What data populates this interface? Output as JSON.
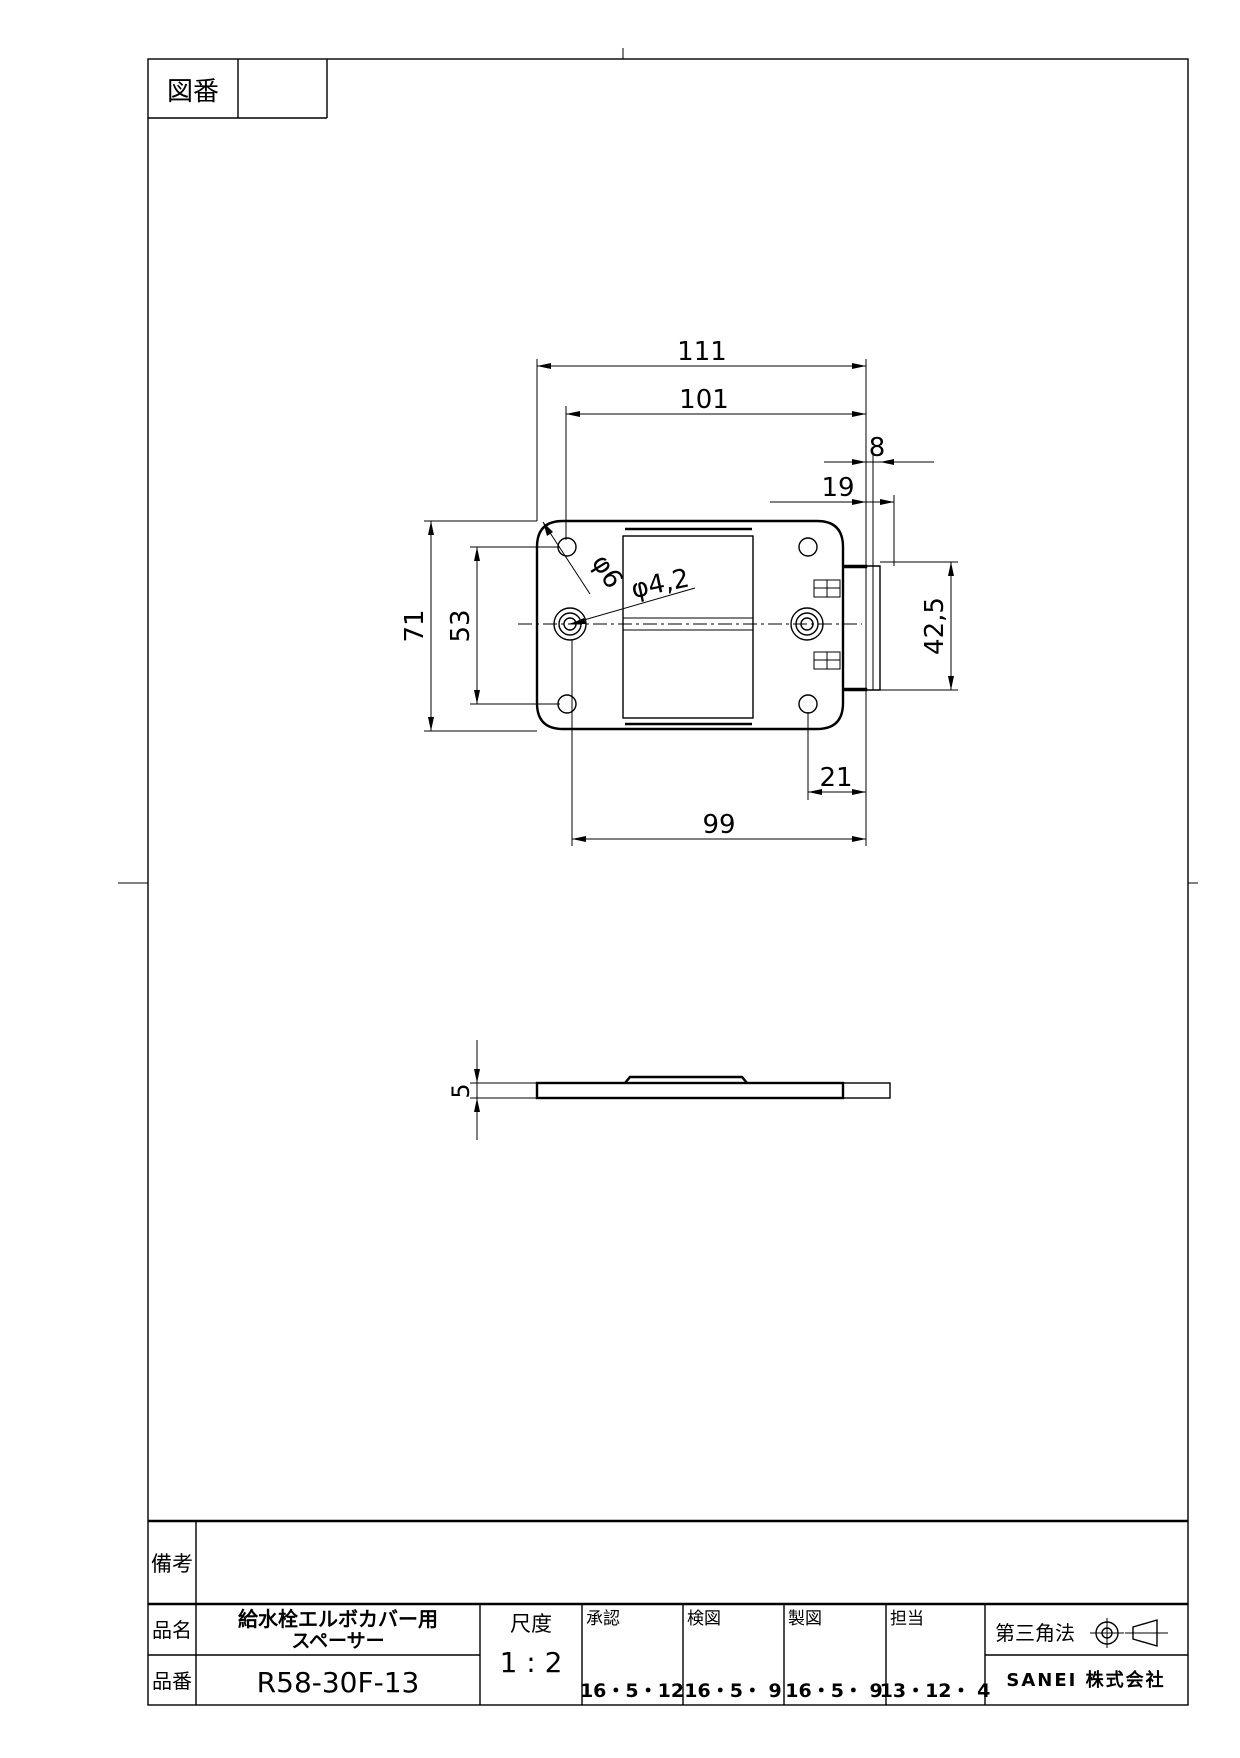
{
  "header": {
    "zuban_label": "図番",
    "zuban_value": ""
  },
  "dimensions": {
    "d111": "111",
    "d101": "101",
    "d8": "8",
    "d19": "19",
    "d71": "71",
    "d53": "53",
    "d42_5": "42,5",
    "d21": "21",
    "d99": "99",
    "phi6": "φ6",
    "phi4_2": "φ4,2",
    "d5": "5"
  },
  "title_block": {
    "remarks_label": "備考",
    "name_label": "品名",
    "name_line1": "給水栓エルボカバー用",
    "name_line2": "スペーサー",
    "number_label": "品番",
    "part_number": "R58-30F-13",
    "scale_label": "尺度",
    "scale_value": "1 : 2",
    "approval_label": "承認",
    "approval_date": "16・5・12",
    "check_label": "検図",
    "check_date": "16・5・ 9",
    "draft_label": "製図",
    "draft_date": "16・5・ 9",
    "charge_label": "担当",
    "charge_date": "13・12・ 4",
    "projection_label": "第三角法",
    "company": "SANEI 株式会社"
  }
}
